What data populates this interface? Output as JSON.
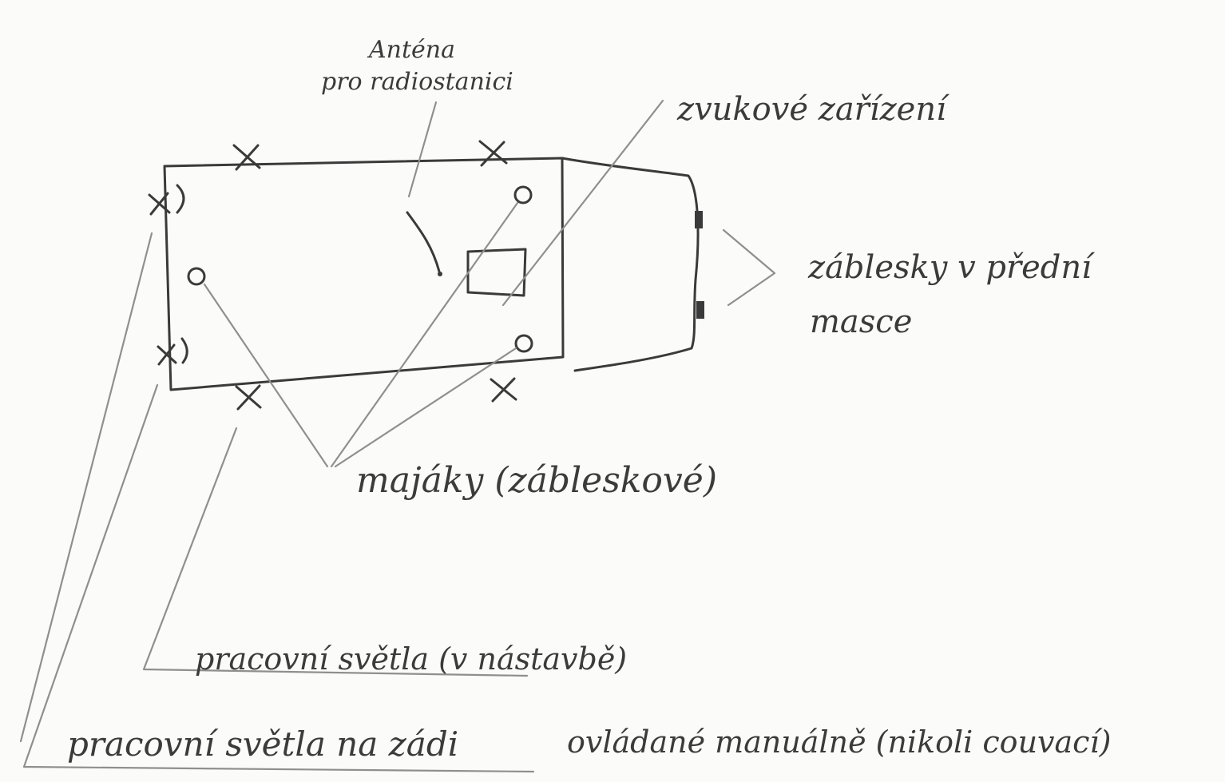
{
  "labels": {
    "antenna_line1": "Anténa",
    "antenna_line2": "pro radiostanici",
    "sound_device": "zvukové zařízení",
    "flashes_line1": "záblesky v přední",
    "flashes_line2": "masce",
    "beacons": "majáky (zábleskové)",
    "work_lights_body": "pracovní světla (v nástavbě)",
    "work_lights_rear": "pracovní světla na zádi",
    "controlled": "ovládané manuálně (nikoli couvací)"
  },
  "colors": {
    "paper": "#fbfbf9",
    "ink": "#3b3b3b",
    "pencil": "#8f8f8f"
  }
}
